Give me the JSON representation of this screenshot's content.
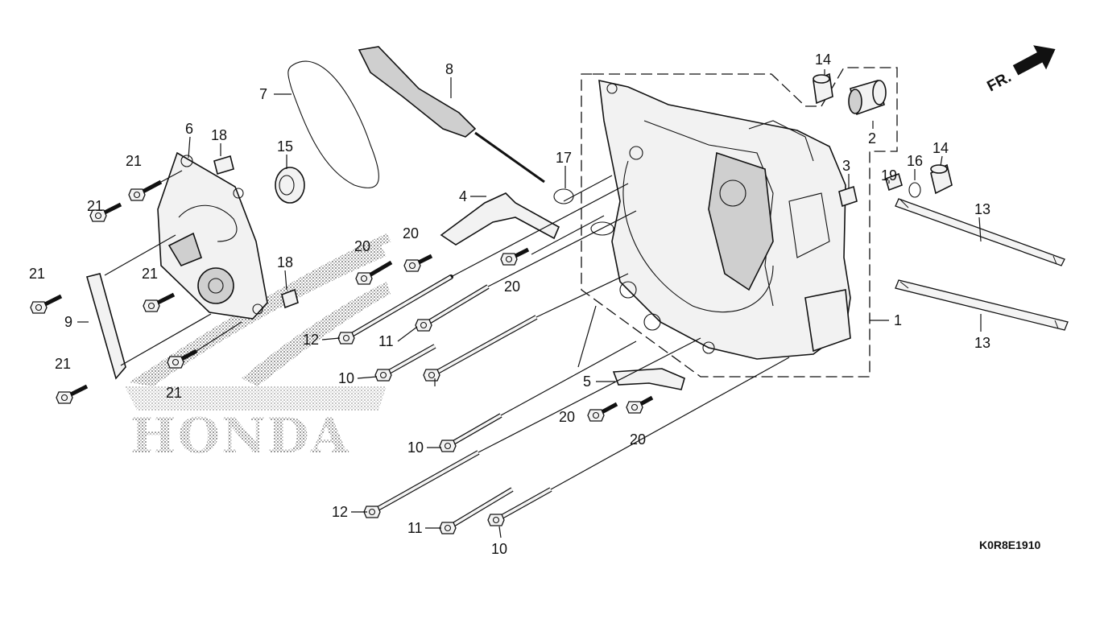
{
  "diagram": {
    "code": "K0R8E1910",
    "direction_label": "FR.",
    "watermark": "HONDA",
    "callouts": [
      "1",
      "2",
      "3",
      "4",
      "5",
      "6",
      "7",
      "8",
      "9",
      "10",
      "10",
      "10",
      "11",
      "11",
      "12",
      "12",
      "13",
      "13",
      "14",
      "14",
      "15",
      "16",
      "17",
      "18",
      "18",
      "19",
      "20",
      "20",
      "20",
      "20",
      "20",
      "21",
      "21",
      "21",
      "21",
      "21",
      "21"
    ]
  }
}
